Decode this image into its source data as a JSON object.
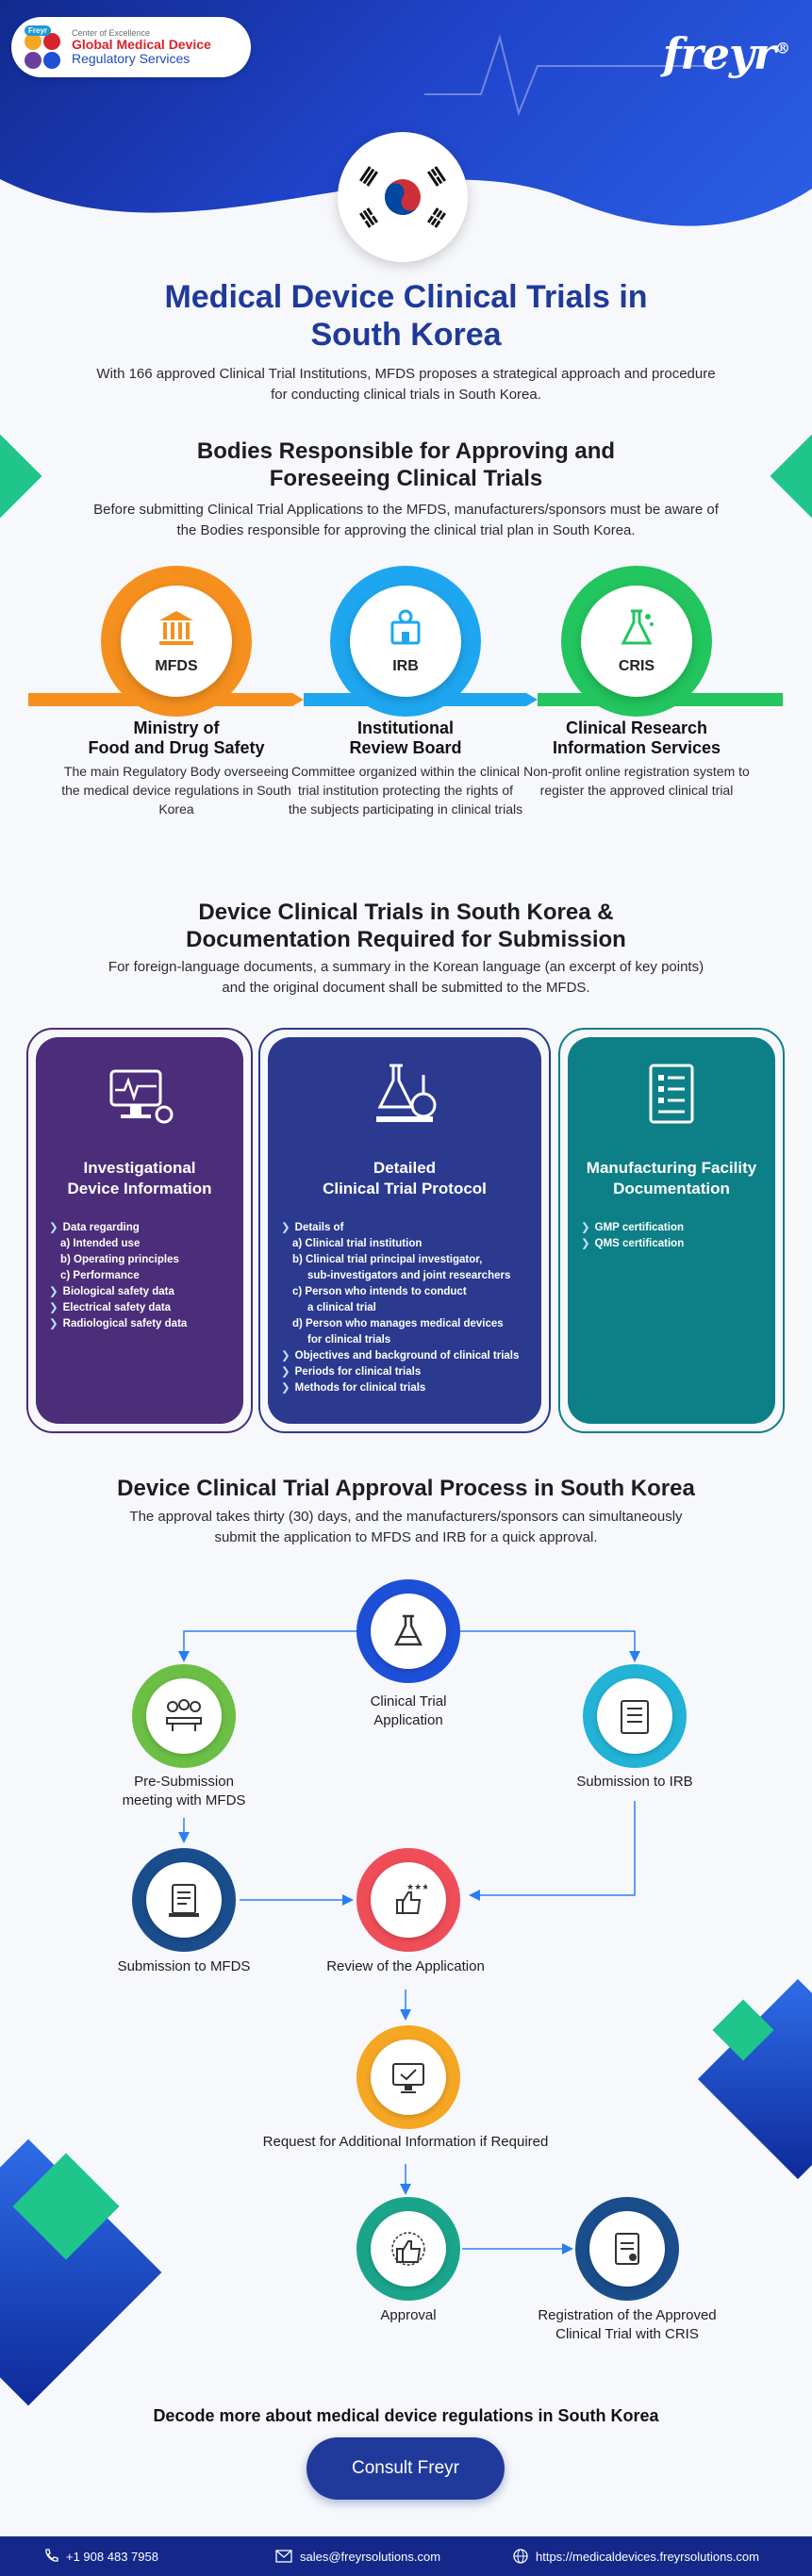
{
  "header": {
    "badge_tag": "Freyr",
    "badge_line1": "Center of Excellence",
    "badge_line2": "Global Medical Device",
    "badge_line3": "Regulatory Services",
    "brand": "freyr",
    "brand_mark": "®"
  },
  "intro": {
    "title_line1": "Medical Device Clinical Trials in",
    "title_line2": "South Korea",
    "text": "With 166 approved Clinical Trial Institutions, MFDS proposes a strategical approach and procedure for conducting clinical trials in South Korea."
  },
  "bodies": {
    "title_line1": "Bodies Responsible for Approving and",
    "title_line2": "Foreseeing Clinical Trials",
    "text": "Before submitting Clinical Trial Applications to the MFDS, manufacturers/sponsors must be aware of the Bodies responsible for approving the clinical trial plan in South Korea.",
    "items": [
      {
        "acronym": "MFDS",
        "name_line1": "Ministry of",
        "name_line2": "Food and Drug Safety",
        "desc": "The main Regulatory Body overseeing the medical device regulations in South Korea",
        "color": "#f5901e"
      },
      {
        "acronym": "IRB",
        "name_line1": "Institutional",
        "name_line2": "Review Board",
        "desc": "Committee organized within the clinical trial institution protecting the rights of the subjects participating in clinical trials",
        "color": "#1ea7f0"
      },
      {
        "acronym": "CRIS",
        "name_line1": "Clinical Research",
        "name_line2": "Information Services",
        "desc": "Non-profit online registration system to register the approved clinical trial",
        "color": "#22c55e"
      }
    ]
  },
  "docs": {
    "title_line1": "Device Clinical Trials in South Korea &",
    "title_line2": "Documentation Required for Submission",
    "text": "For foreign-language documents, a summary in the Korean language (an excerpt of key points) and the original document shall be submitted to the MFDS.",
    "cards": [
      {
        "title_line1": "Investigational",
        "title_line2": "Device Information",
        "color": "#4b2d79",
        "lines": [
          "Data regarding",
          "a)  Intended use",
          "b)  Operating principles",
          "c)  Performance",
          "Biological safety data",
          "Electrical  safety data",
          "Radiological safety data"
        ]
      },
      {
        "title_line1": "Detailed",
        "title_line2": "Clinical Trial Protocol",
        "color": "#2b3a8f",
        "lines": [
          "Details of",
          "a)  Clinical trial institution",
          "b)  Clinical trial principal investigator,",
          "sub-investigators and joint researchers",
          "c)  Person who intends to conduct",
          "a clinical trial",
          "d)  Person who manages medical devices",
          "for clinical trials",
          "Objectives and background of clinical trials",
          "Periods for clinical trials",
          "Methods for clinical trials"
        ]
      },
      {
        "title_line1": "Manufacturing Facility",
        "title_line2": "Documentation",
        "color": "#0d7f86",
        "lines": [
          "GMP certification",
          "QMS certification"
        ]
      }
    ]
  },
  "process": {
    "title": "Device Clinical Trial Approval Process in South Korea",
    "text_line1": "The approval takes thirty (30) days, and the manufacturers/sponsors can simultaneously",
    "text_line2": "submit the application to MFDS and IRB for a quick approval.",
    "steps": {
      "application": {
        "line1": "Clinical Trial",
        "line2": "Application",
        "color": "#1e4fd8"
      },
      "pre_submission": {
        "line1": "Pre-Submission",
        "line2": "meeting with MFDS",
        "color": "#6bbf45"
      },
      "irb": {
        "line1": "Submission to IRB",
        "color": "#22b3d6"
      },
      "mfds": {
        "line1": "Submission to MFDS",
        "color": "#1a4d8c"
      },
      "review": {
        "line1": "Review of the Application",
        "color": "#ef4d58"
      },
      "info": {
        "line1": "Request for Additional Information if Required",
        "color": "#f5a623"
      },
      "approval": {
        "line1": "Approval",
        "color": "#1aa58a"
      },
      "registration": {
        "line1": "Registration of the Approved",
        "line2": "Clinical Trial with CRIS",
        "color": "#1a4d8c"
      }
    }
  },
  "cta": {
    "text": "Decode more about medical device regulations in South Korea",
    "button": "Consult Freyr"
  },
  "footer": {
    "phone": "+1 908 483 7958",
    "email": "sales@freyrsolutions.com",
    "website": "https://medicaldevices.freyrsolutions.com"
  }
}
